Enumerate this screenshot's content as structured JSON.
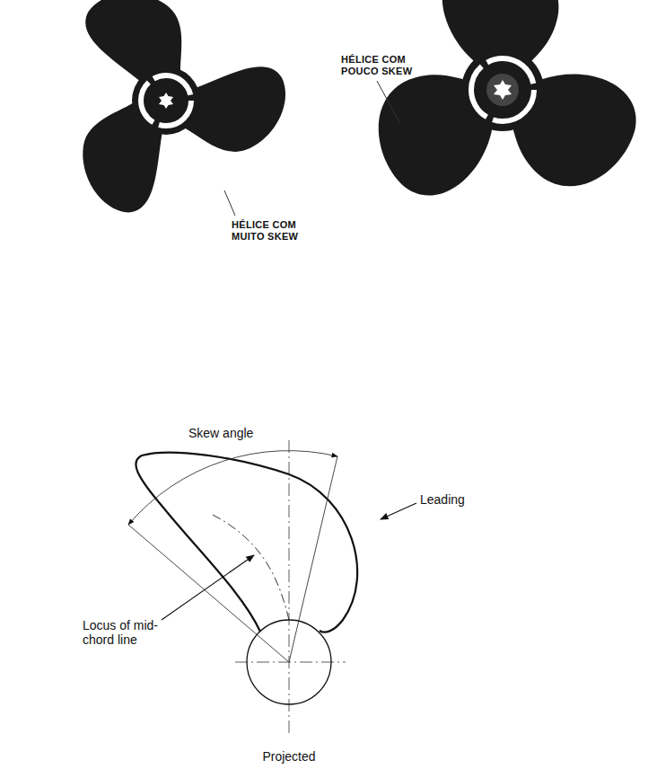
{
  "diagram": {
    "labels": [
      "HÉLICE COM POUCO SKEW",
      "HÉLICE COM MUITO SKEW",
      "Skew angle",
      "Leading",
      "Locus of mid-chord line",
      "Projected"
    ]
  }
}
